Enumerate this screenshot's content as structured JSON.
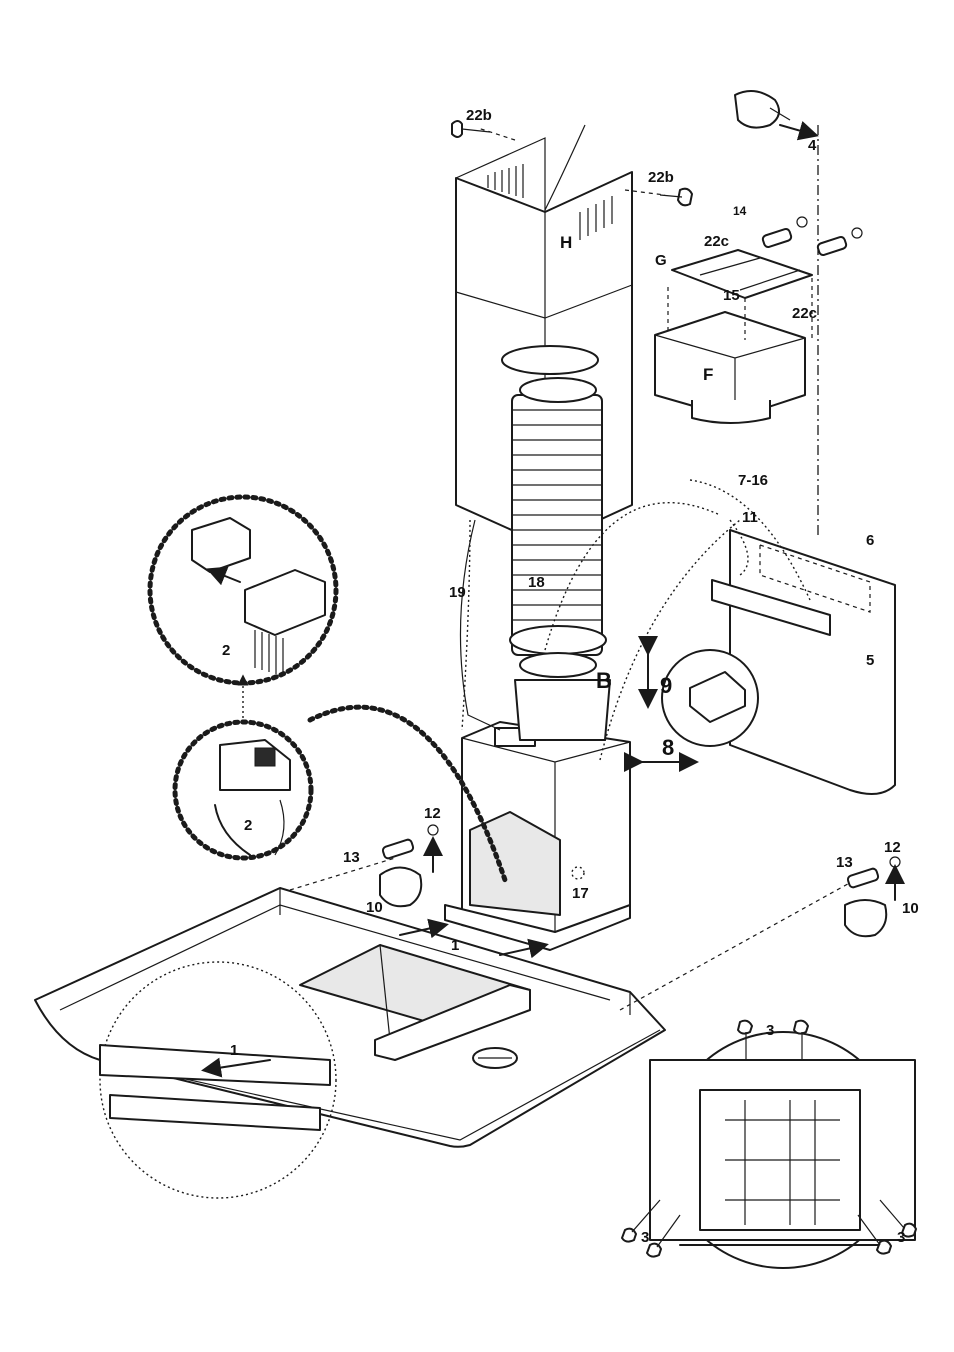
{
  "labels": {
    "l_22b_a": "22b",
    "l_22b_b": "22b",
    "l_4": "4",
    "l_14": "14",
    "l_22c_a": "22c",
    "l_22c_b": "22c",
    "l_G": "G",
    "l_15": "15",
    "l_H": "H",
    "l_F": "F",
    "l_7_16": "7-16",
    "l_11": "11",
    "l_6": "6",
    "l_5": "5",
    "l_18": "18",
    "l_19": "19",
    "l_B": "B",
    "l_9": "9",
    "l_8": "8",
    "l_2a": "2",
    "l_2b": "2",
    "l_12a": "12",
    "l_13a": "13",
    "l_10a": "10",
    "l_17": "17",
    "l_1a": "1",
    "l_1b": "1",
    "l_12b": "12",
    "l_13b": "13",
    "l_10b": "10",
    "l_3a": "3",
    "l_3b": "3",
    "l_3c": "3"
  },
  "colors": {
    "line": "#1a1a1a",
    "fill_light": "#e8e8e8",
    "background": "#ffffff"
  },
  "icons": [
    "screw-icon",
    "wall-plug-icon",
    "hand-drill-icon",
    "connector-icon",
    "arrow-icon"
  ]
}
